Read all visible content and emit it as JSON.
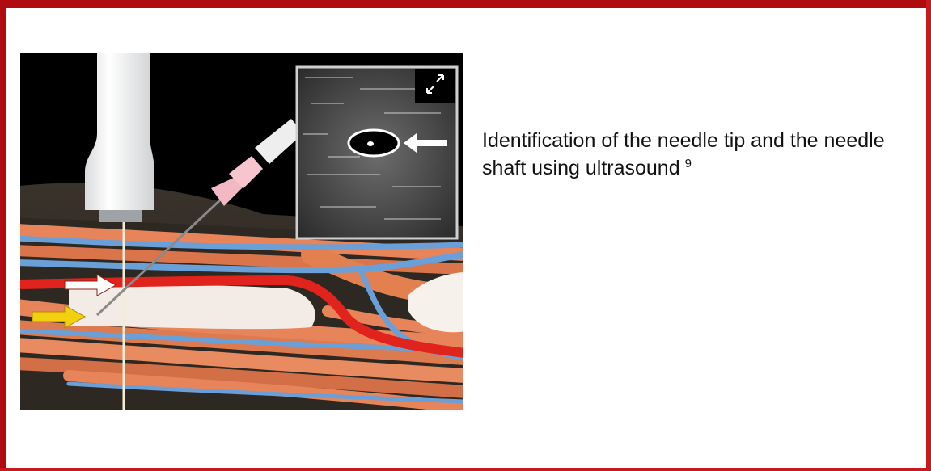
{
  "caption": {
    "text": "Identification of the needle tip and the needle shaft using ultrasound",
    "reference": "9"
  },
  "illustration": {
    "subject": "ultrasound-guided needle insertion with inset ultrasound image",
    "arrow_colors": {
      "shaft_arrow": "#ffffff",
      "tip_arrow": "#f2d010"
    }
  },
  "colors": {
    "frame": "#b00c10",
    "muscle": "#e8845a",
    "vein": "#6a9fd8",
    "artery": "#e0231c",
    "bone": "#f3ece6",
    "needle_hub": "#f2b9c4"
  }
}
